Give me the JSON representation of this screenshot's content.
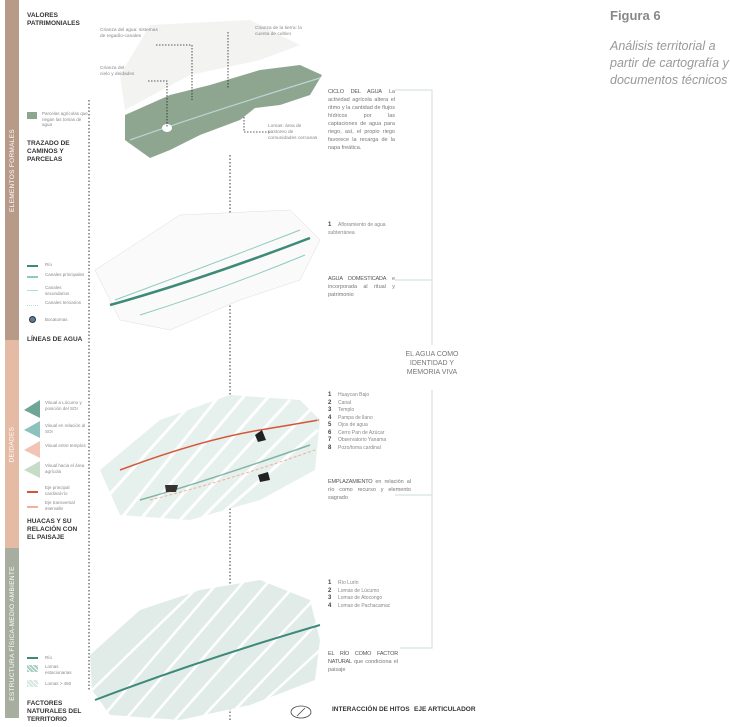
{
  "figure": {
    "title": "Figura 6",
    "caption": "Análisis territorial a partir de cartografía y documentos técnicos"
  },
  "bands": [
    {
      "label": "ELEMENTOS FORMALES",
      "color": "#b89a88"
    },
    {
      "label": "DEIDADES",
      "color": "#e6bba6"
    },
    {
      "label": "ESTRUCTURA FÍSICA-MEDIO AMBIENTE",
      "color": "#a8ae9f"
    }
  ],
  "layer1": {
    "heading": "VALORES PATRIMONIALES",
    "legend": [
      {
        "label": "Parcelas agrícolas que riegan las tomas de agua",
        "color": "#8ea58f"
      }
    ],
    "sub_heading": "TRAZADO DE CAMINOS Y PARCELAS",
    "callouts": [
      "Crianza del agua: sistemas de regadío-canales",
      "Crianza de la tierra: la cuenta de cultivo",
      "Crianza del cielo y deidades",
      "Lomas: área de pastoreo de comunidades cercanas"
    ],
    "text_title": "CICLO DEL AGUA",
    "text_body": "La actividad agrícola altera el ritmo y la cantidad de flujos hídricos por las captaciones de agua para riego, así, el propio riego favorece la recarga de la napa freática."
  },
  "layer2": {
    "legend": [
      {
        "label": "Río",
        "color": "#3d8a78"
      },
      {
        "label": "Canales principales",
        "color": "#8fcac0"
      },
      {
        "label": "Canales secundarios",
        "color": "#b6dcd6"
      },
      {
        "label": "Canales terciarios",
        "color": "#cde6e2"
      },
      {
        "label": "Bocatomas",
        "color": "#5a7d9a"
      }
    ],
    "heading": "LÍNEAS DE AGUA",
    "items": [
      {
        "n": "1",
        "label": "Afloramiento de agua subterránea"
      }
    ],
    "text_title": "AGUA DOMESTICADA",
    "text_body": "e incorporada al ritual y patrimonio"
  },
  "layer3": {
    "legend": [
      {
        "label": "Visual a Lúcumo y posición del SOI",
        "color": "#6fa596"
      },
      {
        "label": "Visual en relación al SOI",
        "color": "#8cc1bd"
      },
      {
        "label": "Visual entre templos",
        "color": "#f1c4b6"
      },
      {
        "label": "Visual hacia el área agrícola",
        "color": "#c7dcc8"
      },
      {
        "label": "Eje principal cardinal-río",
        "color": "#d5553b"
      },
      {
        "label": "Eje transversal intervalle",
        "color": "#f0b09c"
      }
    ],
    "heading": "HUACAS Y SU RELACIÓN CON EL PAISAJE",
    "items": [
      {
        "n": "1",
        "label": "Huaycan Bajo"
      },
      {
        "n": "2",
        "label": "Canal"
      },
      {
        "n": "3",
        "label": "Templo"
      },
      {
        "n": "4",
        "label": "Pampa de llano"
      },
      {
        "n": "5",
        "label": "Ojos de agua"
      },
      {
        "n": "6",
        "label": "Cerro Pan de Azúcar"
      },
      {
        "n": "7",
        "label": "Observatorio Yanama"
      },
      {
        "n": "8",
        "label": "Pozo/toma cardinal"
      }
    ],
    "text_title": "EMPLAZAMIENTO",
    "text_body": "en relación al río como recurso y elemento sagrado"
  },
  "layer4": {
    "legend": [
      {
        "label": "Río",
        "color": "#3d8a78"
      },
      {
        "label": "Lomas estacionarias",
        "color": "#a9cfc3"
      },
      {
        "label": "Lomas > 450",
        "color": "#d7e8e2"
      }
    ],
    "heading": "FACTORES NATURALES DEL TERRITORIO",
    "items": [
      {
        "n": "1",
        "label": "Río Lurín"
      },
      {
        "n": "2",
        "label": "Lomas de Lúcumo"
      },
      {
        "n": "3",
        "label": "Lomas de Atocongo"
      },
      {
        "n": "4",
        "label": "Lomas de Pachacamac"
      }
    ],
    "text_title": "EL RÍO COMO FACTOR NATURAL",
    "text_body": "que condiciona el paisaje"
  },
  "center_label": "EL AGUA COMO IDENTIDAD Y MEMORIA VIVA",
  "footer": {
    "interaction": "INTERACCIÓN DE HITOS",
    "axis": "EJE ARTICULADOR"
  },
  "accent": "#8ea58f"
}
